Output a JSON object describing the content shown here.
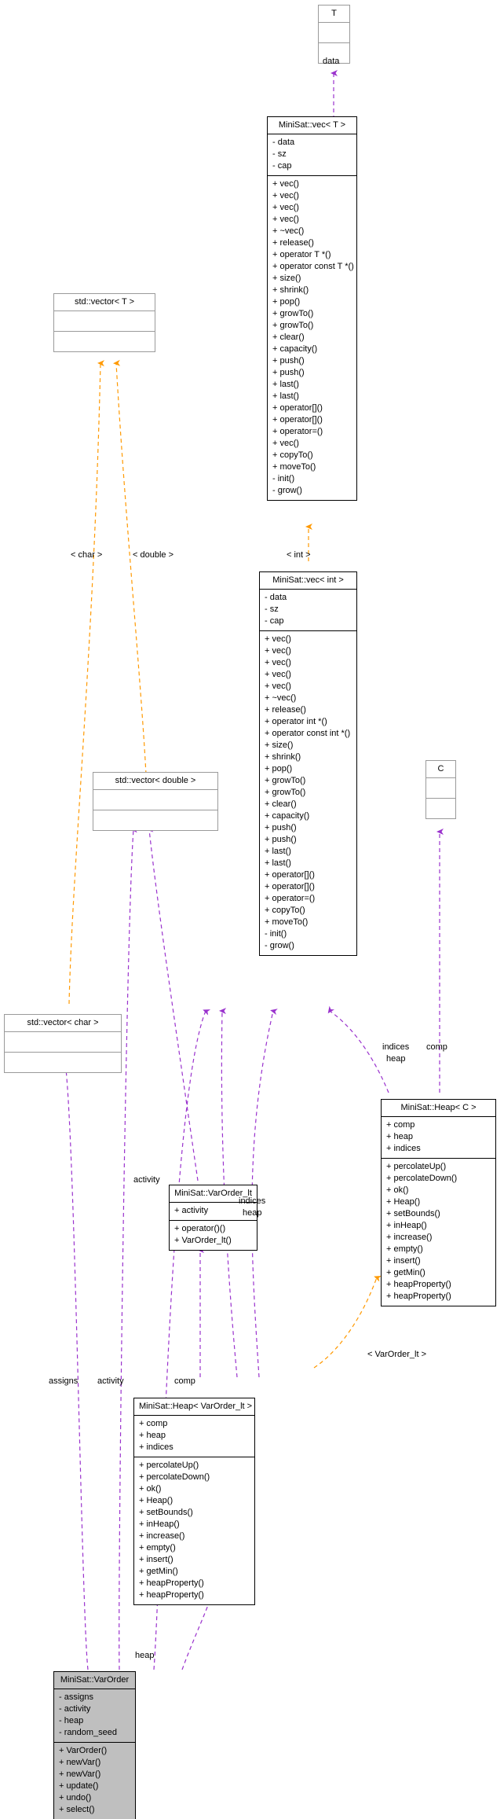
{
  "diagram": {
    "kind": "uml-collaboration-diagram",
    "colors": {
      "inheritance_edge": "#ff9900",
      "usage_edge": "#9a32cd",
      "node_border": "#000000",
      "template_node_border": "#9a9a9a",
      "highlight_fill": "#bfbfbf",
      "background": "#ffffff"
    }
  },
  "nodes": {
    "t_param": {
      "title": "T",
      "attributes": [],
      "methods": []
    },
    "vec_t": {
      "title": "MiniSat::vec< T >",
      "attributes": [
        "- data",
        "- sz",
        "- cap"
      ],
      "methods": [
        "+ vec()",
        "+ vec()",
        "+ vec()",
        "+ vec()",
        "+ ~vec()",
        "+ release()",
        "+ operator T *()",
        "+ operator const T *()",
        "+ size()",
        "+ shrink()",
        "+ pop()",
        "+ growTo()",
        "+ growTo()",
        "+ clear()",
        "+ capacity()",
        "+ push()",
        "+ push()",
        "+ last()",
        "+ last()",
        "+ operator[]()",
        "+ operator[]()",
        "+ operator=()",
        "+ vec()",
        "+ copyTo()",
        "+ moveTo()",
        "- init()",
        "- grow()"
      ]
    },
    "vector_t": {
      "title": "std::vector< T >",
      "attributes": [],
      "methods": []
    },
    "vec_int": {
      "title": "MiniSat::vec< int >",
      "attributes": [
        "- data",
        "- sz",
        "- cap"
      ],
      "methods": [
        "+ vec()",
        "+ vec()",
        "+ vec()",
        "+ vec()",
        "+ vec()",
        "+ ~vec()",
        "+ release()",
        "+ operator int *()",
        "+ operator const int *()",
        "+ size()",
        "+ shrink()",
        "+ pop()",
        "+ growTo()",
        "+ growTo()",
        "+ clear()",
        "+ capacity()",
        "+ push()",
        "+ push()",
        "+ last()",
        "+ last()",
        "+ operator[]()",
        "+ operator[]()",
        "+ operator=()",
        "+ copyTo()",
        "+ moveTo()",
        "- init()",
        "- grow()"
      ]
    },
    "vector_double": {
      "title": "std::vector< double >",
      "attributes": [],
      "methods": []
    },
    "c_param": {
      "title": "C",
      "attributes": [],
      "methods": []
    },
    "vector_char": {
      "title": "std::vector< char >",
      "attributes": [],
      "methods": []
    },
    "heap_c": {
      "title": "MiniSat::Heap< C >",
      "attributes": [
        "+ comp",
        "+ heap",
        "+ indices"
      ],
      "methods": [
        "+ percolateUp()",
        "+ percolateDown()",
        "+ ok()",
        "+ Heap()",
        "+ setBounds()",
        "+ inHeap()",
        "+ increase()",
        "+ empty()",
        "+ insert()",
        "+ getMin()",
        "+ heapProperty()",
        "+ heapProperty()"
      ]
    },
    "varorder_lt": {
      "title": "MiniSat::VarOrder_lt",
      "attributes": [
        "+ activity"
      ],
      "methods": [
        "+ operator()()",
        "+ VarOrder_lt()"
      ]
    },
    "heap_varorder_lt": {
      "title": "MiniSat::Heap< VarOrder_lt >",
      "attributes": [
        "+ comp",
        "+ heap",
        "+ indices"
      ],
      "methods": [
        "+ percolateUp()",
        "+ percolateDown()",
        "+ ok()",
        "+ Heap()",
        "+ setBounds()",
        "+ inHeap()",
        "+ increase()",
        "+ empty()",
        "+ insert()",
        "+ getMin()",
        "+ heapProperty()",
        "+ heapProperty()"
      ]
    },
    "varorder": {
      "title": "MiniSat::VarOrder",
      "attributes": [
        "- assigns",
        "- activity",
        "- heap",
        "- random_seed"
      ],
      "methods": [
        "+ VarOrder()",
        "+ newVar()",
        "+ newVar()",
        "+ update()",
        "+ undo()",
        "+ select()"
      ]
    }
  },
  "edge_labels": {
    "data_top": "data",
    "int_template": "< int >",
    "char_template": "< char >",
    "double_template": "< double >",
    "activity_mid": "activity",
    "indices_heap_right": "indices\nheap",
    "indices_right_1": "indices",
    "heap_right_1": "heap",
    "comp_right": "comp",
    "indices_center": "indices",
    "heap_center": "heap",
    "assigns_bottom": "assigns",
    "activity_bottom": "activity",
    "comp_bottom": "comp",
    "varorder_lt_template": "< VarOrder_lt >",
    "heap_bottom": "heap"
  }
}
